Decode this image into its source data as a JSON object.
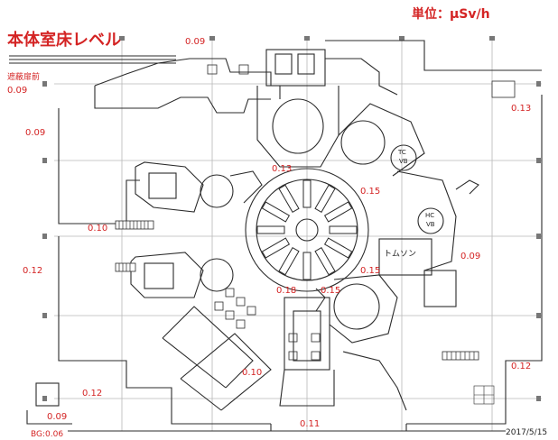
{
  "title": "本体室床レベル",
  "unit": "単位：μSv/h",
  "date": "2017/5/15",
  "bg_label": "BG:0.06",
  "labels": {
    "shield_door_front": "遮蔽扉前",
    "tc": "TC",
    "tc_vb": "VB",
    "hc": "HC",
    "hc_vb": "VB",
    "tomson": "トムソン"
  },
  "readings": {
    "top_center": "0.09",
    "top_left": "0.09",
    "left_upper": "0.09",
    "top_right": "0.13",
    "center_upper": "0.13",
    "right_upper": "0.15",
    "left_mid": "0.10",
    "left": "0.12",
    "right": "0.09",
    "right_mid": "0.15",
    "center_left": "0.18",
    "center": "0.15",
    "bottom_mid": "0.10",
    "bottom_right": "0.12",
    "bottom_left": "0.12",
    "bottom_left_low": "0.09",
    "bottom_center": "0.11"
  },
  "colors": {
    "value_text": "#d42424",
    "line": "#2b2b2b",
    "grid": "#b0b0b0"
  }
}
